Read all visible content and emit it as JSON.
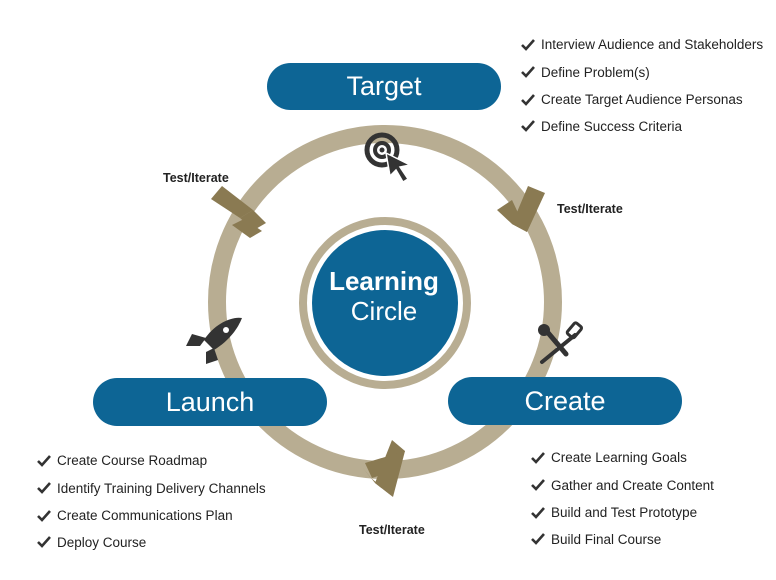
{
  "colors": {
    "ring": "#b8ad92",
    "arrow": "#8a7a52",
    "accent_blue": "#0d6595",
    "text": "#222222",
    "icon": "#333333"
  },
  "center": {
    "title": "Learning",
    "subtitle": "Circle"
  },
  "stages": {
    "target": {
      "label": "Target",
      "icon": "target-cursor-icon"
    },
    "create": {
      "label": "Create",
      "icon": "wrench-screwdriver-icon"
    },
    "launch": {
      "label": "Launch",
      "icon": "rocket-icon"
    }
  },
  "transitions": {
    "target_to_create": "Test/Iterate",
    "create_to_launch": "Test/Iterate",
    "launch_to_target": "Test/Iterate"
  },
  "checklists": {
    "target": [
      "Interview Audience and Stakeholders",
      "Define Problem(s)",
      "Create Target Audience Personas",
      "Define Success Criteria"
    ],
    "create": [
      "Create Learning Goals",
      "Gather and Create Content",
      "Build and Test Prototype",
      "Build Final Course"
    ],
    "launch": [
      "Create Course Roadmap",
      "Identify Training Delivery Channels",
      "Create Communications Plan",
      "Deploy Course"
    ]
  }
}
